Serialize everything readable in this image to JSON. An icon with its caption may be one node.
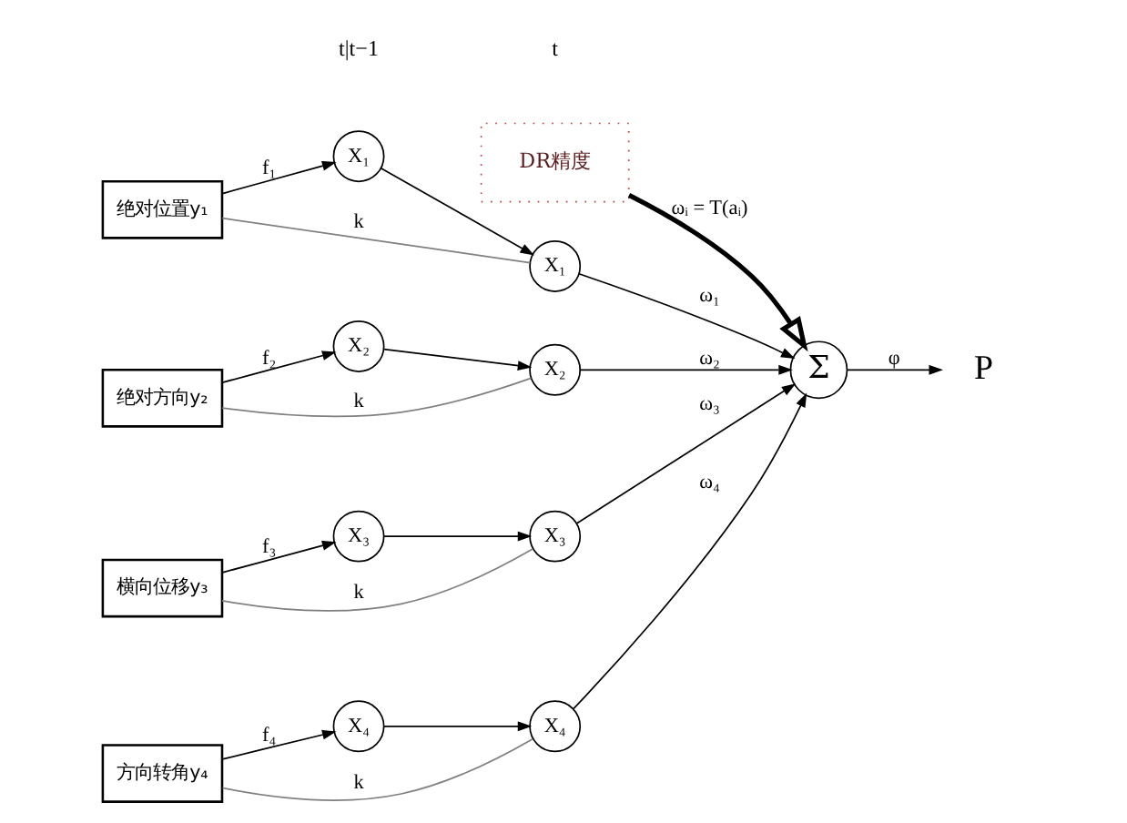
{
  "diagram": {
    "nodes": [
      {
        "text": [
          "DR精度"
        ]
      },
      {
        "text": [
          "绝对位置y₁"
        ]
      },
      {
        "text": [
          "X₁"
        ]
      },
      {
        "text": [
          "X₁"
        ]
      },
      {
        "text": [
          "绝对方向y₂"
        ]
      },
      {
        "text": [
          "X₂"
        ]
      },
      {
        "text": [
          "X₂"
        ]
      },
      {
        "text": [
          "横向位移y₃"
        ]
      },
      {
        "text": [
          "X₃"
        ]
      },
      {
        "text": [
          "X₃"
        ]
      },
      {
        "text": [
          "方向转角y₄"
        ]
      },
      {
        "text": [
          "X₄"
        ]
      },
      {
        "text": [
          "X₄"
        ]
      },
      {
        "text": [
          "Σ"
        ]
      },
      {
        "text": [
          "P"
        ]
      }
    ],
    "edges": [
      {
        "from": 1,
        "to": 2,
        "arrow": "to",
        "label": "f₁"
      },
      {
        "from": 1,
        "to": 3,
        "arrow": "none",
        "label": "k",
        "color": "#808080"
      },
      {
        "from": 2,
        "to": 3,
        "arrow": "to"
      },
      {
        "from": 4,
        "to": 5,
        "arrow": "to",
        "label": "f₂"
      },
      {
        "from": 4,
        "to": 6,
        "arrow": "none",
        "label": "k",
        "color": "#808080"
      },
      {
        "from": 5,
        "to": 6,
        "arrow": "to"
      },
      {
        "from": 7,
        "to": 8,
        "arrow": "to",
        "label": "f₃"
      },
      {
        "from": 7,
        "to": 9,
        "arrow": "none",
        "label": "k",
        "color": "#808080"
      },
      {
        "from": 8,
        "to": 9,
        "arrow": "to"
      },
      {
        "from": 10,
        "to": 11,
        "arrow": "to",
        "label": "f₄"
      },
      {
        "from": 10,
        "to": 12,
        "arrow": "none",
        "label": "k",
        "color": "#808080"
      },
      {
        "from": 11,
        "to": 12,
        "arrow": "to"
      },
      {
        "from": 3,
        "to": 13,
        "arrow": "to",
        "label": "ω₁"
      },
      {
        "from": 6,
        "to": 13,
        "arrow": "to",
        "label": "ω₂"
      },
      {
        "from": 9,
        "to": 13,
        "arrow": "to",
        "label": "ω₃"
      },
      {
        "from": 12,
        "to": 13,
        "arrow": "to",
        "label": "ω₄"
      },
      {
        "from": 0,
        "to": 13,
        "arrow": "to",
        "label": "ωᵢ = T(aᵢ)",
        "style": "thick"
      },
      {
        "from": 13,
        "to": 14,
        "arrow": "to",
        "label": "φ"
      }
    ],
    "labels": [
      "t|t−1",
      "t"
    ]
  }
}
